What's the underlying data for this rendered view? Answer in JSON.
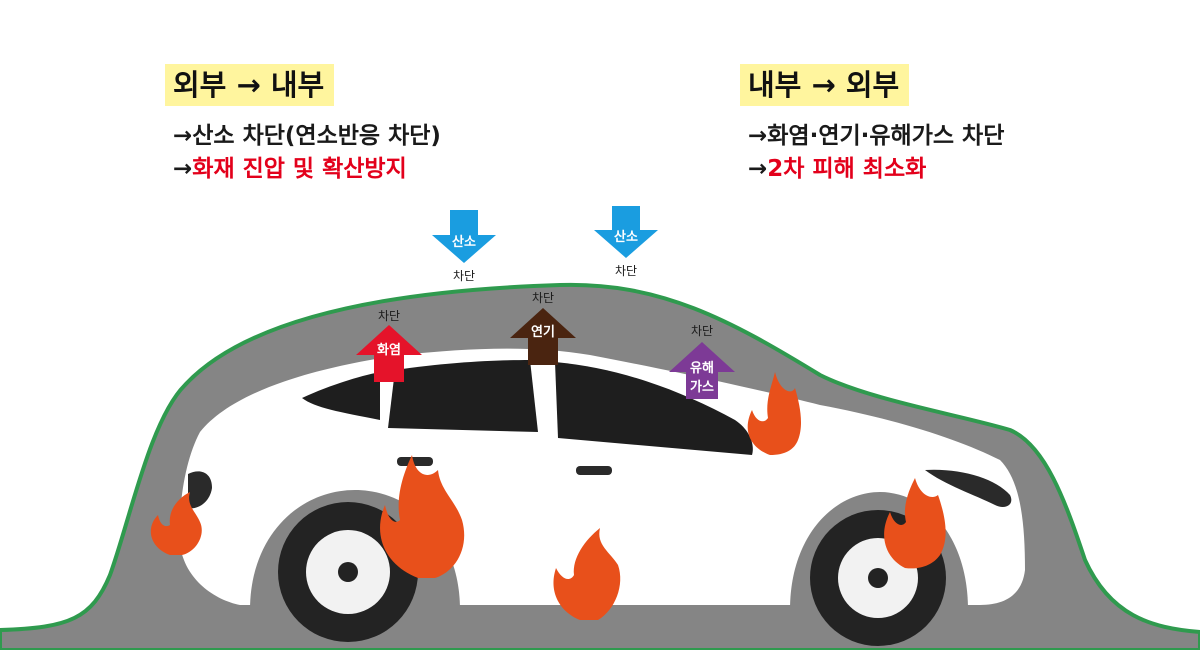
{
  "left_panel": {
    "heading": "외부 → 내부",
    "line1": "→산소 차단(연소반응 차단)",
    "line2_prefix": "→",
    "line2_highlight": "화재 진압 및 확산방지"
  },
  "right_panel": {
    "heading": "내부 → 외부",
    "line1": "→화염·연기·유해가스 차단",
    "line2_prefix": "→",
    "line2_highlight": "2차 피해 최소화"
  },
  "arrows": {
    "oxygen_left": {
      "label": "산소",
      "caption": "차단",
      "color": "#1a9de0"
    },
    "oxygen_right": {
      "label": "산소",
      "caption": "차단",
      "color": "#1a9de0"
    },
    "flame": {
      "label": "화염",
      "caption": "차단",
      "color": "#e5132a"
    },
    "smoke": {
      "label": "연기",
      "caption": "차단",
      "color": "#4a2410"
    },
    "toxic_gas": {
      "label_line1": "유해",
      "label_line2": "가스",
      "caption": "차단",
      "color": "#7d3a96"
    }
  },
  "colors": {
    "blanket": "#858585",
    "blanket_edge": "#2f9a4e",
    "car_body": "#ffffff",
    "glass": "#1e1e1e",
    "tire": "#232323",
    "fire": "#e8501b",
    "highlight": "#fff59e",
    "accent_red": "#e3001b"
  }
}
